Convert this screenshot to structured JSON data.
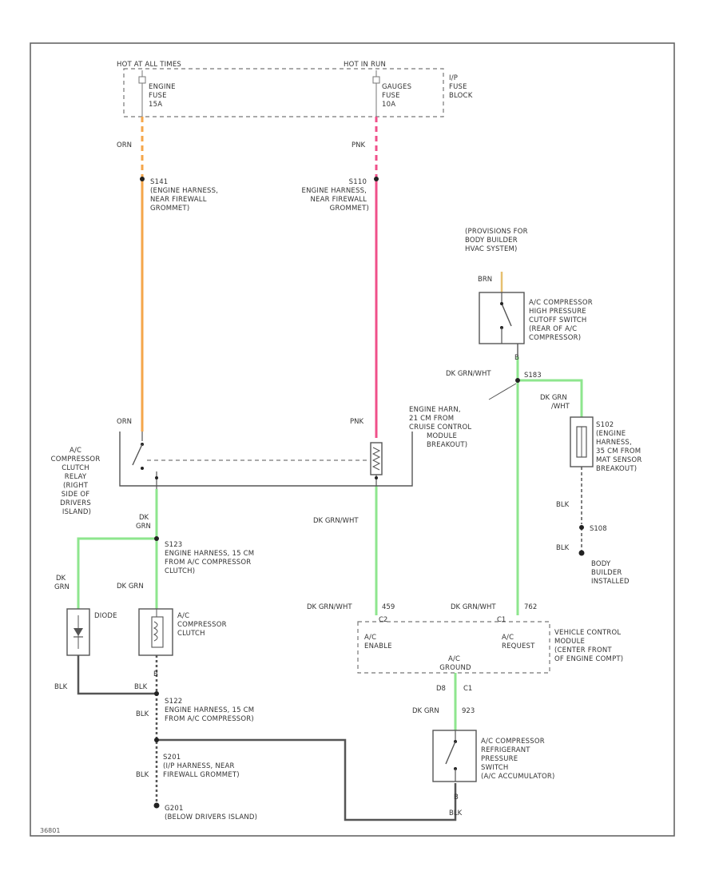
{
  "colors": {
    "orange": "#f4a64a",
    "pink": "#f0508a",
    "green": "#8ee68e",
    "tan": "#e6c070",
    "dark": "#555555"
  },
  "labels": {
    "hot_left": "HOT AT ALL TIMES",
    "hot_right": "HOT IN RUN",
    "fuse_left": [
      "ENGINE",
      "FUSE",
      "15A"
    ],
    "fuse_right": [
      "GAUGES",
      "FUSE",
      "10A"
    ],
    "fuse_block": [
      "I/P",
      "FUSE",
      "BLOCK"
    ],
    "wire_orn_top": "ORN",
    "wire_pnk_top": "PNK",
    "s141": [
      "S141",
      "(ENGINE HARNESS,",
      "NEAR FIREWALL",
      "GROMMET)"
    ],
    "s110": [
      "S110",
      "ENGINE HARNESS,",
      "NEAR FIREWALL",
      "GROMMET)"
    ],
    "provision": [
      "(PROVISIONS FOR",
      "BODY BUILDER",
      "HVAC SYSTEM)"
    ],
    "wire_brn": "BRN",
    "hp_switch": [
      "A/C COMPRESSOR",
      "HIGH PRESSURE",
      "CUTOFF SWITCH",
      "(REAR OF A/C",
      "COMPRESSOR)"
    ],
    "hp_pin": "B",
    "dk_grnwht_mid": "DK GRN/WHT",
    "s183": "S183",
    "dk_grn_wht_side": [
      "DK GRN",
      "/WHT"
    ],
    "eng_harn": [
      "ENGINE HARN,",
      "21 CM FROM",
      "CRUISE CONTROL",
      "MODULE",
      "BREAKOUT)"
    ],
    "s102": [
      "S102",
      "(ENGINE",
      "HARNESS,",
      "35 CM FROM",
      "MAT SENSOR",
      "BREAKOUT)"
    ],
    "wire_orn_relay": "ORN",
    "wire_pnk_relay": "PNK",
    "relay": [
      "A/C",
      "COMPRESSOR",
      "CLUTCH",
      "RELAY",
      "(RIGHT",
      "SIDE OF",
      "DRIVERS",
      "ISLAND)"
    ],
    "dk_grn_relay": [
      "DK",
      "GRN"
    ],
    "dk_grnwht_vert": "DK GRN/WHT",
    "blk_s102": "BLK",
    "s108": "S108",
    "blk_ground": "BLK",
    "body_builder": [
      "BODY",
      "BUILDER",
      "INSTALLED"
    ],
    "s123": [
      "S123",
      "ENGINE HARNESS, 15 CM",
      "FROM A/C COMPRESSOR",
      "CLUTCH)"
    ],
    "dk_grn_diode": [
      "DK",
      "GRN"
    ],
    "dk_grn_clutch": "DK GRN",
    "diode": "DIODE",
    "clutch": [
      "A/C",
      "COMPRESSOR",
      "CLUTCH"
    ],
    "dk_grnwht_vcm_l": "DK GRN/WHT",
    "pin_459": "459",
    "dk_grnwht_vcm_r": "DK GRN/WHT",
    "pin_762": "762",
    "c2": "C2",
    "c1": "C1",
    "vcm_enable": [
      "A/C",
      "ENABLE"
    ],
    "vcm_request": [
      "A/C",
      "REQUEST"
    ],
    "vcm": [
      "VEHICLE CONTROL",
      "MODULE",
      "(CENTER FRONT",
      "OF ENGINE COMPT)"
    ],
    "ac_ground": [
      "A/C",
      "GROUND"
    ],
    "pin_d8": "D8",
    "pin_c1b": "C1",
    "clutch_pin": "B",
    "blk_clutch": "BLK",
    "blk_diode": "BLK",
    "dk_grn_lp": "DK GRN",
    "pin_923": "923",
    "s122": [
      "S122",
      "ENGINE HARNESS, 15 CM",
      "FROM A/C COMPRESSOR)"
    ],
    "blk_s122": "BLK",
    "lp_switch": [
      "A/C COMPRESSOR",
      "REFRIGERANT",
      "PRESSURE",
      "SWITCH",
      "(A/C ACCUMULATOR)"
    ],
    "lp_pin": "B",
    "blk_lp": "BLK",
    "s201": [
      "S201",
      "(I/P HARNESS, NEAR",
      "FIREWALL GROMMET)"
    ],
    "blk_s201": "BLK",
    "g201": [
      "G201",
      "(BELOW DRIVERS ISLAND)"
    ],
    "figure_id": "36801"
  }
}
